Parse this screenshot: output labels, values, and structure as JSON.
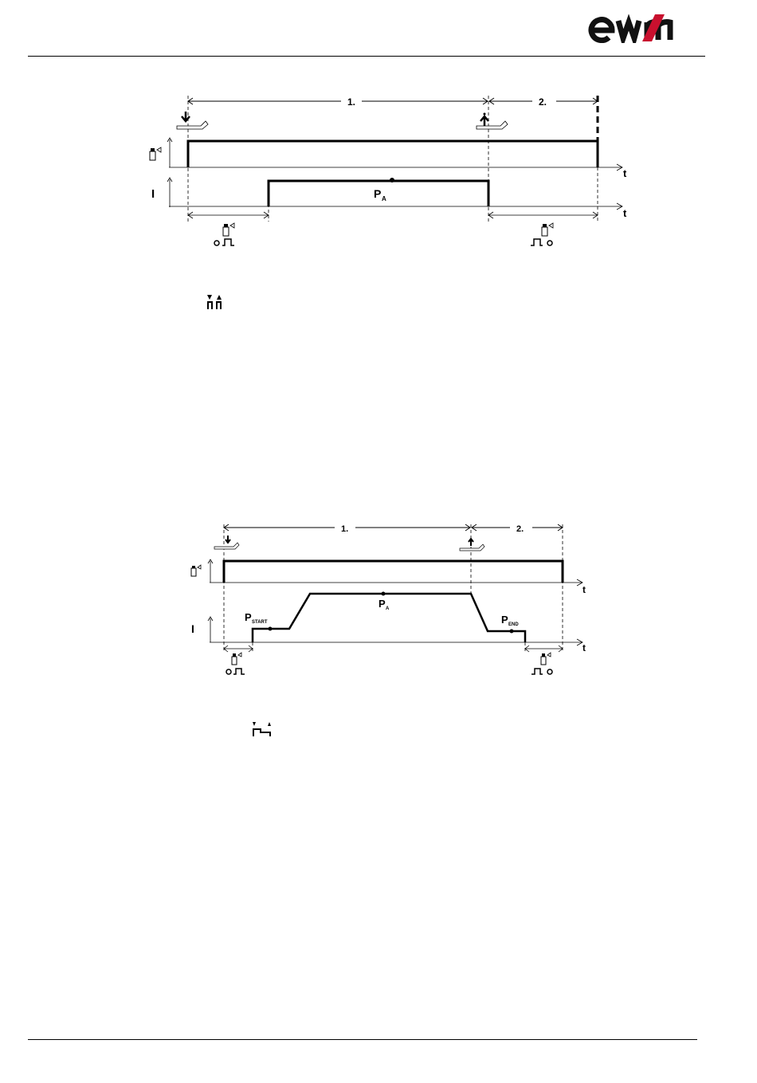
{
  "header": {
    "logo_text": "ewm",
    "brand_color": "#c8102e"
  },
  "diagram1": {
    "phase1": "1.",
    "phase2": "2.",
    "t_upper": "t",
    "t_lower": "t",
    "current_label": "I",
    "pa_main": "P",
    "pa_sub": "A",
    "gas_icon": "gas-cylinder-icon",
    "torch_press_icon": "torch-trigger-press-icon",
    "torch_release_icon": "torch-trigger-release-icon",
    "gas_pre_icon": "gas-preflow-icon",
    "gas_post_icon": "gas-postflow-icon"
  },
  "mode_icon_1": "non-latched-mode-icon",
  "diagram2": {
    "phase1": "1.",
    "phase2": "2.",
    "t_upper": "t",
    "t_lower": "t",
    "current_label": "I",
    "pstart_main": "P",
    "pstart_sub": "START",
    "pa_main": "P",
    "pa_sub": "A",
    "pend_main": "P",
    "pend_sub": "END",
    "gas_icon": "gas-cylinder-icon",
    "torch_press_icon": "torch-trigger-press-icon",
    "torch_release_icon": "torch-trigger-release-icon",
    "gas_pre_icon": "gas-preflow-icon",
    "gas_post_icon": "gas-postflow-icon"
  },
  "mode_icon_2": "special-non-latched-mode-icon"
}
